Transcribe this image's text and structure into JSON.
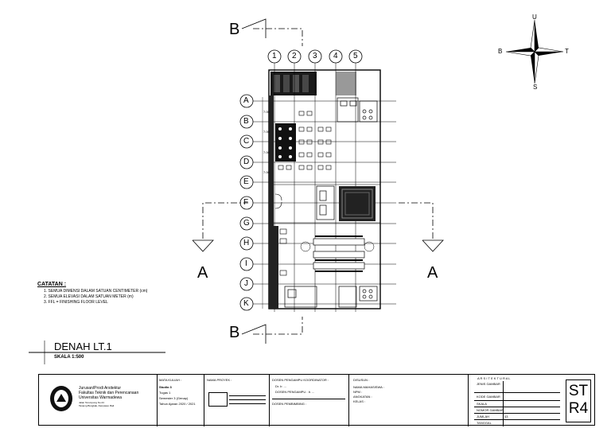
{
  "compass": {
    "n": "U",
    "s": "S",
    "e": "T",
    "w": "B"
  },
  "section_markers": {
    "b": "B",
    "a": "A"
  },
  "grid_columns": [
    "1",
    "2",
    "3",
    "4",
    "5"
  ],
  "grid_rows": [
    "A",
    "B",
    "C",
    "D",
    "E",
    "F",
    "G",
    "H",
    "I",
    "J",
    "K"
  ],
  "notes": {
    "heading": "CATATAN :",
    "items": [
      "1.  SEMUA DIMENSI DALAM SATUAN CENTIMETER (cm)",
      "2.  SEMUA ELEVASI DALAM SATUAN METER (m)",
      "3.  FFL = FINISHING FLOOR LEVEL"
    ]
  },
  "drawing_title": {
    "title": "DENAH LT.1",
    "scale": "SKALA 1:500"
  },
  "title_block": {
    "institution": [
      "Jurusan/Prodi Arsitektur",
      "Fakultas Teknik dan Perencanaan",
      "Universitas Warmadewa"
    ],
    "address": [
      "Jalan Terompong No.24",
      "Tanjung Bungkak, Denpasar, Bali"
    ],
    "mata_kuliah_label": "MATA KULIAH :",
    "mata_kuliah": [
      "Studio 3",
      "Tugas 1",
      "Semester 3 (Genap)",
      "Tahun Ajaran 2020 / 2021"
    ],
    "nama_proyek_label": "NAMA PROYEK :",
    "dosen_pengampu_label": "DOSEN PENGAMPU KOORDINATOR :",
    "dosen_pengampu": [
      "Dr. Ir. ...",
      "DOSEN PENGAMPU : Ir. ..."
    ],
    "dosen_pembimbing_label": "DOSEN PEMBIMBING :",
    "disusun_label": "DISUSUN :",
    "disusun_rows": [
      "NAMA MAHASISWA :",
      "NPM :",
      "ANGKATAN :",
      "KELAS :"
    ],
    "arsitektural_label": "A R S I T E K T U R A L",
    "right_rows": [
      "JENIS GAMBAR",
      "KODE GAMBAR",
      "SKALA",
      "NOMOR GAMBAR",
      "JUMLAH",
      "TANGGAL"
    ],
    "jumlah_value": "43",
    "sheet_code": [
      "ST",
      "R4"
    ]
  },
  "dimension_label": "7.00"
}
